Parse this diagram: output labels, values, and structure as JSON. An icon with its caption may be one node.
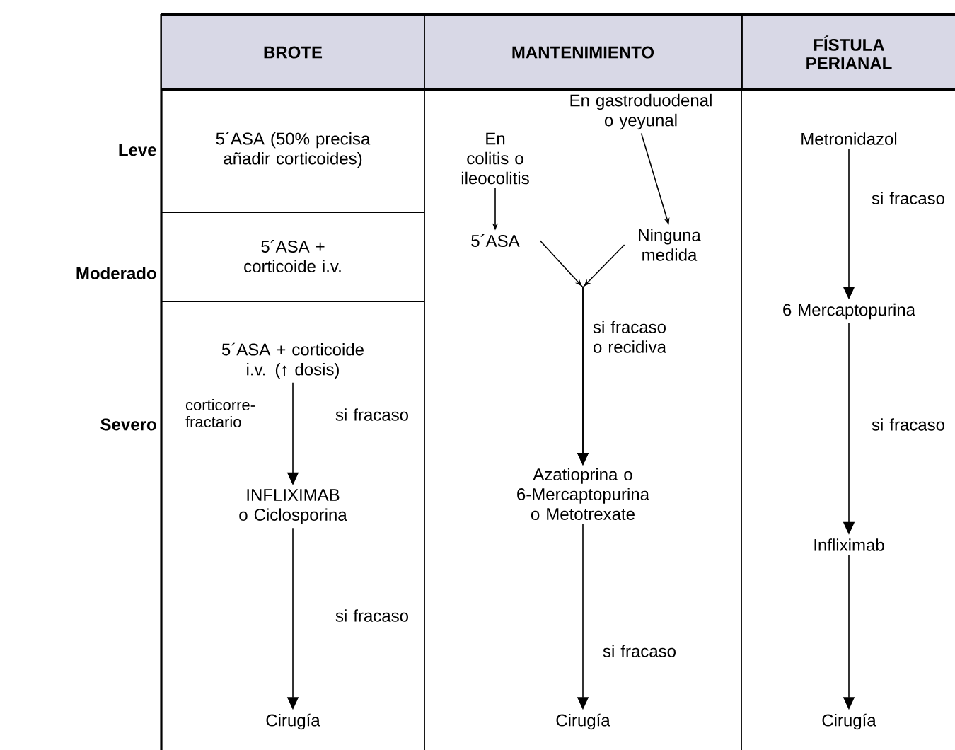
{
  "diagram": {
    "nodes": [
      {
        "text": [
          "BROTE"
        ]
      },
      {
        "text": [
          "MANTENIMIENTO"
        ]
      },
      {
        "text": [
          "FÍSTULA PERIANAL"
        ]
      },
      {
        "text": [
          "5´ASA (50% precisa añadir corticoides)"
        ]
      },
      {
        "text": [
          "5´ASA + corticoide i.v."
        ]
      },
      {
        "text": [
          "5´ASA + corticoide i.v. (↑ dosis)"
        ]
      },
      {
        "text": [
          "INFLIXIMAB o Ciclosporina"
        ]
      },
      {
        "text": [
          "Cirugía"
        ]
      },
      {
        "text": [
          "En colitis o ileocolitis"
        ]
      },
      {
        "text": [
          "En gastroduodenal o yeyunal"
        ]
      },
      {
        "text": [
          "5´ASA"
        ]
      },
      {
        "text": [
          "Ninguna medida"
        ]
      },
      {
        "text": [
          "Azatioprina o 6-Mercaptopurina o Metotrexate"
        ]
      },
      {
        "text": [
          "Cirugía"
        ]
      },
      {
        "text": [
          "Metronidazol"
        ]
      },
      {
        "text": [
          "6 Mercaptopurina"
        ]
      },
      {
        "text": [
          "Infliximab"
        ]
      },
      {
        "text": [
          "Cirugía"
        ]
      }
    ],
    "edges": [
      {
        "from": 5,
        "to": 6,
        "arrow": "to",
        "label": "si fracaso"
      },
      {
        "from": 6,
        "to": 7,
        "arrow": "to",
        "label": "si fracaso"
      },
      {
        "from": 8,
        "to": 10,
        "arrow": "to"
      },
      {
        "from": 9,
        "to": 11,
        "arrow": "to"
      },
      {
        "from": 10,
        "to": 12,
        "arrow": "to",
        "label": "si fracaso o recidiva"
      },
      {
        "from": 11,
        "to": 12,
        "arrow": "to"
      },
      {
        "from": 12,
        "to": 13,
        "arrow": "to",
        "label": "si fracaso"
      },
      {
        "from": 14,
        "to": 15,
        "arrow": "to",
        "label": "si fracaso"
      },
      {
        "from": 15,
        "to": 16,
        "arrow": "to",
        "label": "si fracaso"
      },
      {
        "from": 16,
        "to": 17,
        "arrow": "to"
      }
    ],
    "labels": [
      "Leve",
      "Moderado",
      "Severo",
      "corticorre- fractario"
    ]
  }
}
